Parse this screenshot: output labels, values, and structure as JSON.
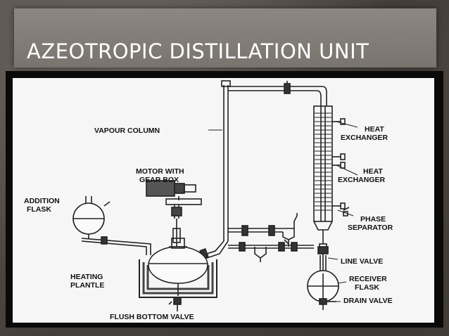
{
  "title": "AZEOTROPIC DISTILLATION UNIT",
  "labels": {
    "vapour_column": "VAPOUR COLUMN",
    "motor_line1": "MOTOR WITH",
    "motor_line2": "GEAR BOX",
    "addition_line1": "ADDITION",
    "addition_line2": "FLASK",
    "heating_line1": "HEATING",
    "heating_line2": "PLANTLE",
    "flush_bottom_valve": "FLUSH BOTTOM VALVE",
    "heat_exchanger_1_line1": "HEAT",
    "heat_exchanger_1_line2": "EXCHANGER",
    "heat_exchanger_2_line1": "HEAT",
    "heat_exchanger_2_line2": "EXCHANGER",
    "phase_line1": "PHASE",
    "phase_line2": "SEPARATOR",
    "line_valve": "LINE VALVE",
    "receiver_line1": "RECEIVER",
    "receiver_line2": "FLASK",
    "drain_valve": "DRAIN VALVE"
  }
}
